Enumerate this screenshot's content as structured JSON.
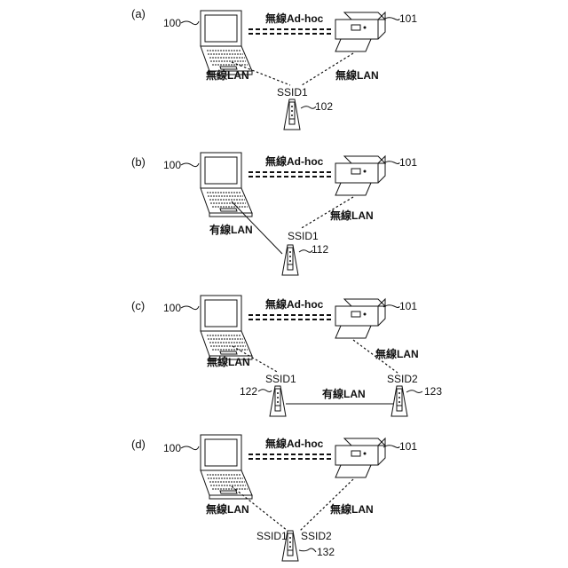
{
  "panels": [
    {
      "label": "(a)",
      "laptop_ref": "100",
      "printer_ref": "101",
      "adhoc_label": "無線Ad-hoc",
      "left_link_label": "無線LAN",
      "right_link_label": "無線LAN",
      "ssid_left": "SSID1",
      "ap_ref": "102"
    },
    {
      "label": "(b)",
      "laptop_ref": "100",
      "printer_ref": "101",
      "adhoc_label": "無線Ad-hoc",
      "left_link_label": "有線LAN",
      "right_link_label": "無線LAN",
      "ssid_left": "SSID1",
      "ap_ref": "112"
    },
    {
      "label": "(c)",
      "laptop_ref": "100",
      "printer_ref": "101",
      "adhoc_label": "無線Ad-hoc",
      "left_link_label": "無線LAN",
      "right_link_label": "無線LAN",
      "ssid_left": "SSID1",
      "ssid_right": "SSID2",
      "ap_ref": "122",
      "ap2_ref": "123",
      "ap_link_label": "有線LAN"
    },
    {
      "label": "(d)",
      "laptop_ref": "100",
      "printer_ref": "101",
      "adhoc_label": "無線Ad-hoc",
      "left_link_label": "無線LAN",
      "right_link_label": "無線LAN",
      "ssid_left": "SSID1",
      "ssid_right": "SSID2",
      "ap_ref": "132"
    }
  ]
}
